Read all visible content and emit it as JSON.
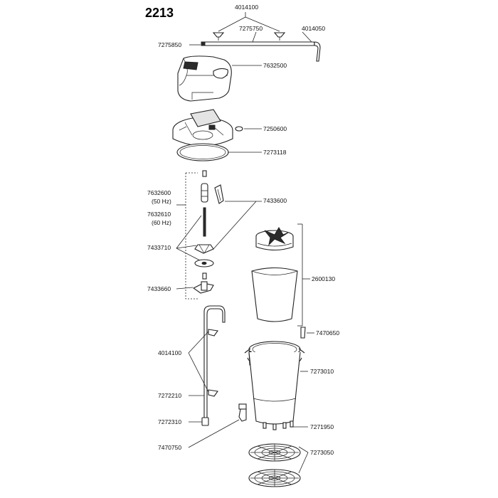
{
  "model": "2213",
  "labels": {
    "p4014100_top": "4014100",
    "p7275750": "7275750",
    "p4014050": "4014050",
    "p7275850": "7275850",
    "p7632500": "7632500",
    "p7250600": "7250600",
    "p7273118": "7273118",
    "p7632600": "7632600",
    "p50hz": "(50 Hz)",
    "p7632610": "7632610",
    "p60hz": "(60 Hz)",
    "p7433600": "7433600",
    "p7433710": "7433710",
    "p2600130": "2600130",
    "p7433660": "7433660",
    "p7470650": "7470650",
    "p4014100_bottom": "4014100",
    "p7273010": "7273010",
    "p7272210": "7272210",
    "p7272310": "7272310",
    "p7271950": "7271950",
    "p7470750": "7470750",
    "p7273050": "7273050"
  }
}
